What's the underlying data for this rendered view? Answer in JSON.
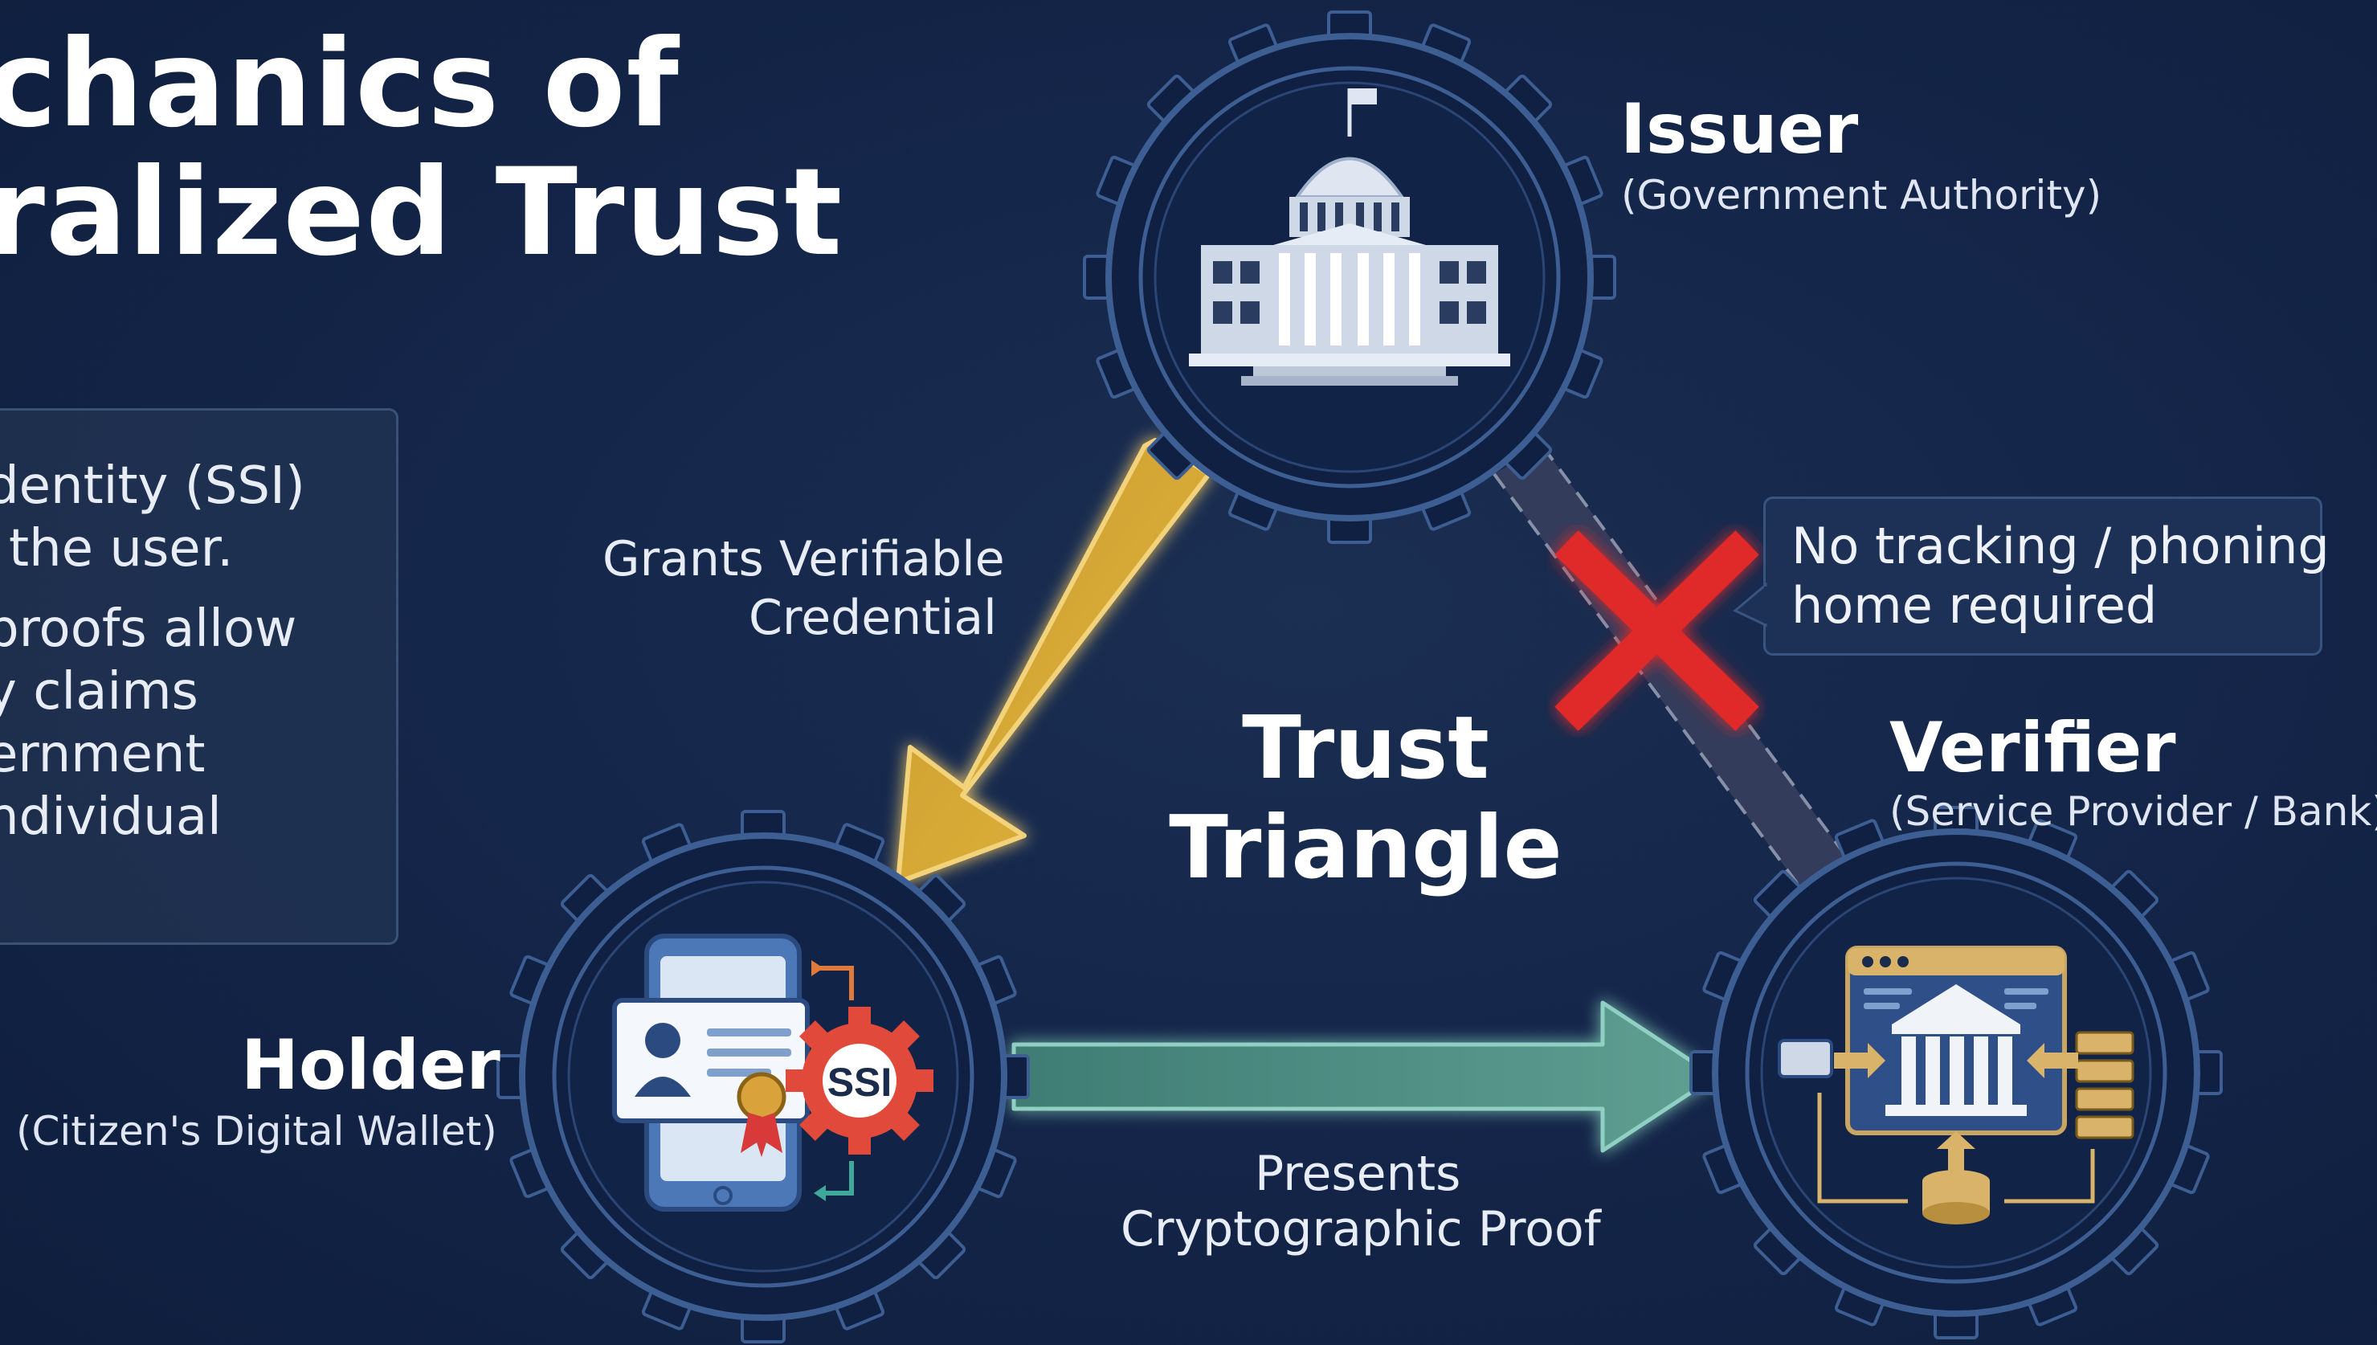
{
  "title": {
    "line1": "chanics of",
    "line2": "ralized Trust"
  },
  "info_box": {
    "lines": [
      "dentity (SSI)",
      "the user.",
      "proofs allow",
      "y claims",
      "ernment",
      "ndividual"
    ]
  },
  "center_title": {
    "line1": "Trust",
    "line2": "Triangle"
  },
  "issuer": {
    "name": "Issuer",
    "subtitle": "(Government Authority)",
    "icon": "government-building-icon"
  },
  "holder": {
    "name": "Holder",
    "subtitle": "(Citizen's Digital Wallet)",
    "icon": "digital-wallet-icon",
    "badge_text": "SSI"
  },
  "verifier": {
    "name": "Verifier",
    "subtitle": "(Service Provider / Bank)",
    "icon": "bank-dashboard-icon"
  },
  "edges": {
    "grant": {
      "line1": "Grants Verifiable",
      "line2": "Credential",
      "color": "#e0b23a"
    },
    "present": {
      "line1": "Presents",
      "line2": "Cryptographic Proof",
      "color": "#5a9a8c"
    },
    "no_tracking": {
      "line1": "No tracking / phoning",
      "line2": "home required",
      "cross_color": "#e02a2a"
    }
  },
  "colors": {
    "background": "#14264a",
    "gear_ring": "#3d5e92",
    "gear_fill": "#0f2042"
  }
}
